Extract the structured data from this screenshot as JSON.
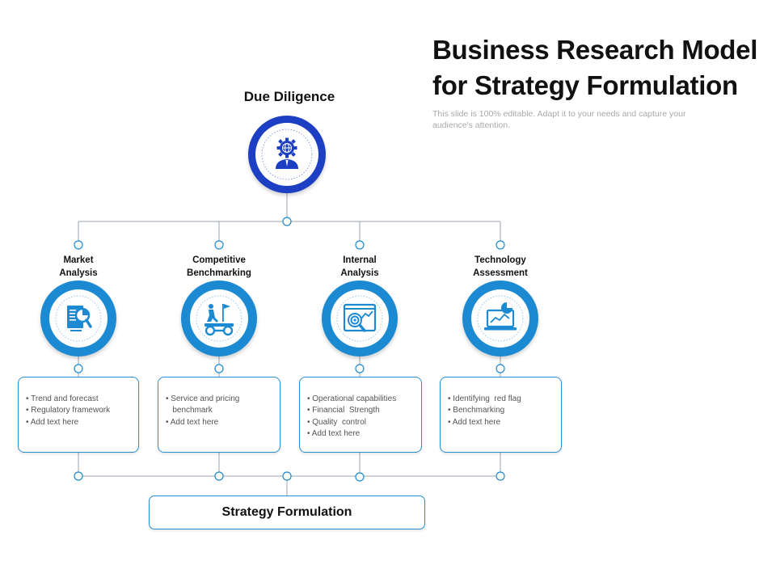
{
  "title": {
    "line1": "Business Research Model",
    "line2": "for Strategy Formulation"
  },
  "subtitle": {
    "line1": "This slide is 100% editable. Adapt it to your needs and capture your",
    "line2": "audience's attention."
  },
  "root": {
    "label": "Due Diligence",
    "icon": "globe-gear-person-icon"
  },
  "branches": [
    {
      "label_line1": "Market",
      "label_line2": "Analysis",
      "icon": "document-magnifier-icon",
      "bullets": [
        "• Trend and forecast",
        "• Regulatory framework",
        "• Add text here"
      ]
    },
    {
      "label_line1": "Competitive",
      "label_line2": "Benchmarking",
      "icon": "race-flag-icon",
      "bullets": [
        "• Service and pricing",
        "   benchmark",
        "• Add text here"
      ]
    },
    {
      "label_line1": "Internal",
      "label_line2": "Analysis",
      "icon": "target-analysis-icon",
      "bullets": [
        "• Operational capabilities",
        "• Financial  Strength",
        "• Quality  control",
        "• Add text here"
      ]
    },
    {
      "label_line1": "Technology",
      "label_line2": "Assessment",
      "icon": "laptop-chart-icon",
      "bullets": [
        "• Identifying  red flag",
        "• Benchmarking",
        "• Add text here"
      ]
    }
  ],
  "bottom": {
    "label": "Strategy Formulation"
  },
  "colors": {
    "root_ring": "#1d3fc4",
    "branch_ring": "#1b8ad3",
    "connector": "#9aa6b2",
    "card_border": "#2a8fd1"
  }
}
